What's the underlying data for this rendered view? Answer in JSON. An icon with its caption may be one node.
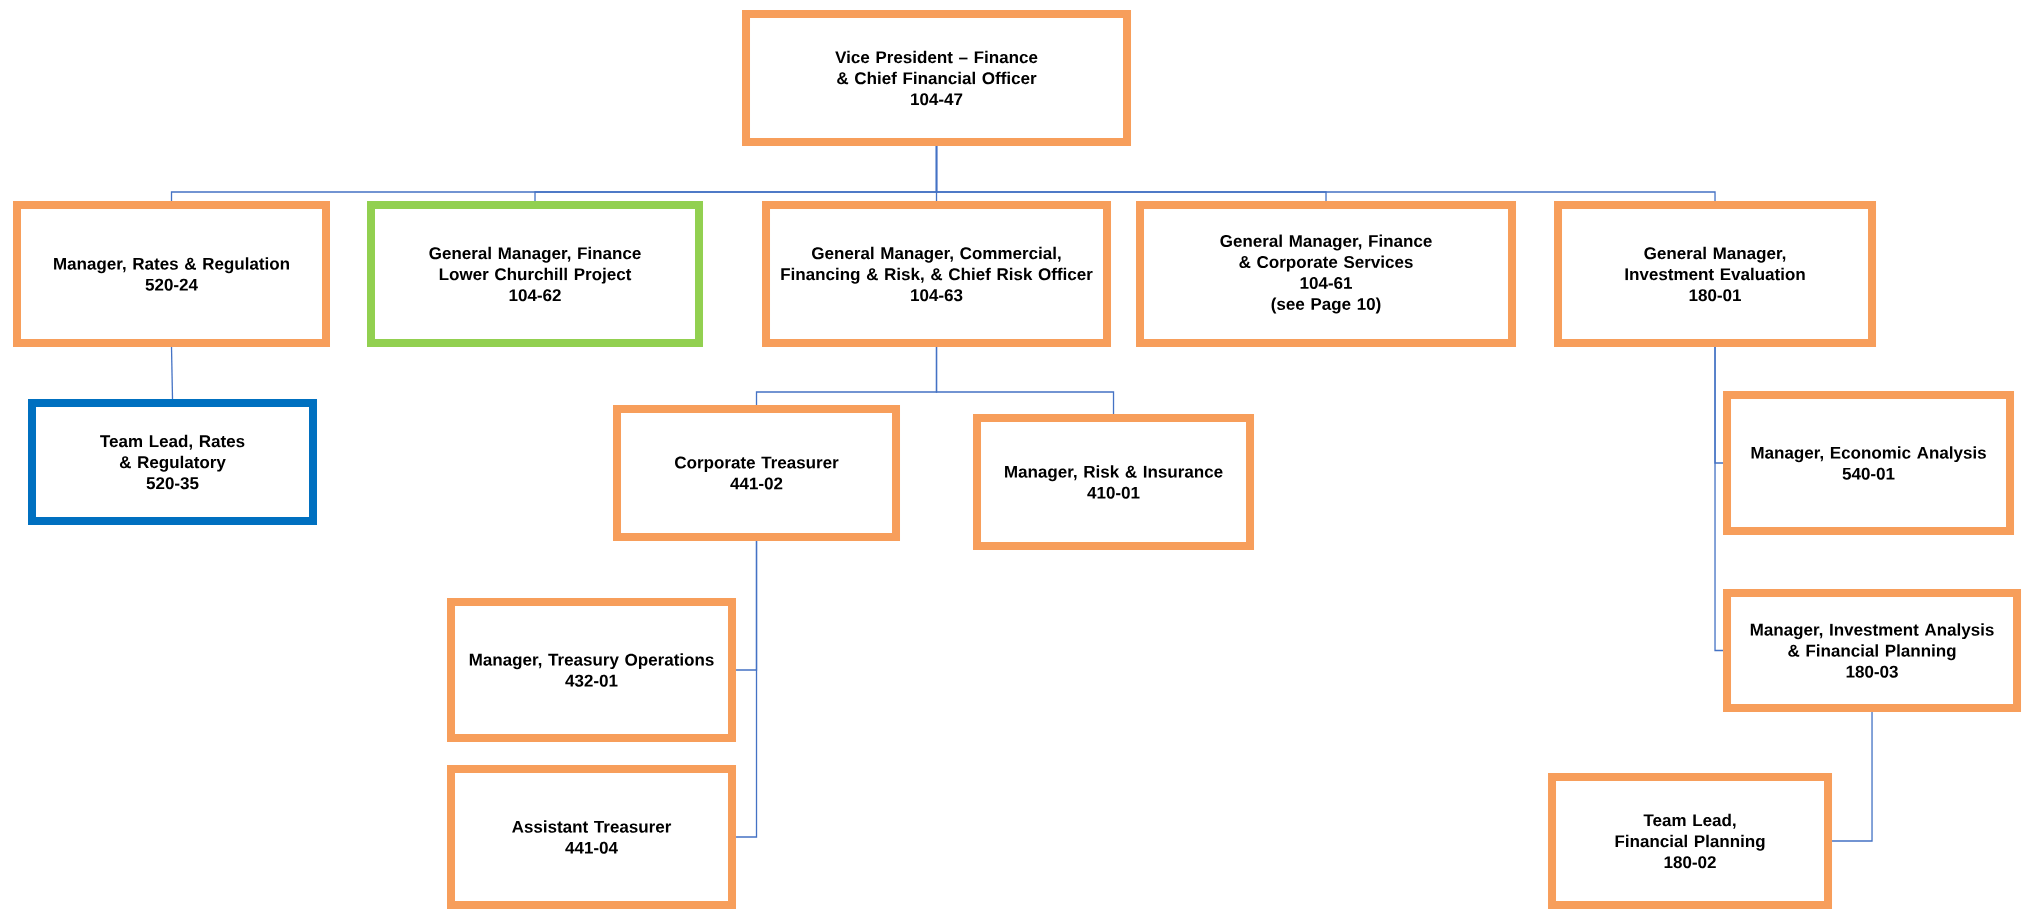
{
  "diagram": {
    "nodes": [
      {
        "text": [
          "Vice President – Finance & Chief Financial Officer",
          "104-47"
        ]
      },
      {
        "text": [
          "Manager, Rates & Regulation",
          "520-24"
        ]
      },
      {
        "text": [
          "General Manager, Finance Lower Churchill Project",
          "104-62"
        ]
      },
      {
        "text": [
          "General Manager, Commercial, Financing & Risk, & Chief Risk Officer",
          "104-63"
        ]
      },
      {
        "text": [
          "General Manager, Finance & Corporate Services",
          "104-61",
          "(see Page 10)"
        ]
      },
      {
        "text": [
          "General Manager, Investment Evaluation",
          "180-01"
        ]
      },
      {
        "text": [
          "Team Lead, Rates & Regulatory",
          "520-35"
        ]
      },
      {
        "text": [
          "Corporate Treasurer",
          "441-02"
        ]
      },
      {
        "text": [
          "Manager, Risk & Insurance",
          "410-01"
        ]
      },
      {
        "text": [
          "Manager, Economic Analysis",
          "540-01"
        ]
      },
      {
        "text": [
          "Manager, Investment Analysis & Financial Planning",
          "180-03"
        ]
      },
      {
        "text": [
          "Manager, Treasury Operations",
          "432-01"
        ]
      },
      {
        "text": [
          "Assistant Treasurer",
          "441-04"
        ]
      },
      {
        "text": [
          "Team Lead, Financial Planning",
          "180-02"
        ]
      }
    ],
    "edges": [
      {
        "from": 0,
        "to": 1,
        "arrow": "none"
      },
      {
        "from": 0,
        "to": 2,
        "arrow": "none"
      },
      {
        "from": 0,
        "to": 3,
        "arrow": "none"
      },
      {
        "from": 0,
        "to": 4,
        "arrow": "none"
      },
      {
        "from": 0,
        "to": 5,
        "arrow": "none"
      },
      {
        "from": 1,
        "to": 6,
        "arrow": "none"
      },
      {
        "from": 3,
        "to": 7,
        "arrow": "none"
      },
      {
        "from": 3,
        "to": 8,
        "arrow": "none"
      },
      {
        "from": 7,
        "to": 11,
        "arrow": "none"
      },
      {
        "from": 7,
        "to": 12,
        "arrow": "none"
      },
      {
        "from": 5,
        "to": 9,
        "arrow": "none"
      },
      {
        "from": 5,
        "to": 10,
        "arrow": "none"
      },
      {
        "from": 10,
        "to": 13,
        "arrow": "none"
      }
    ]
  }
}
